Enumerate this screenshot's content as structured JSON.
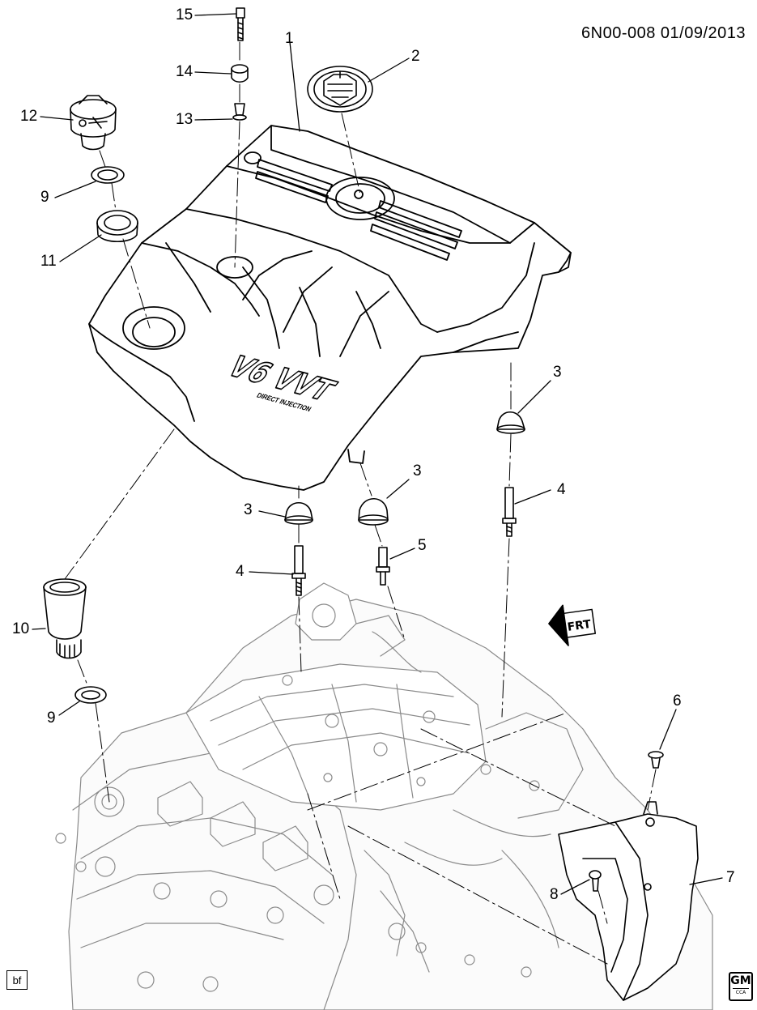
{
  "header": {
    "code": "6N00-008  01/09/2013"
  },
  "callouts": {
    "c1": "1",
    "c2": "2",
    "c3a": "3",
    "c3b": "3",
    "c3c": "3",
    "c4a": "4",
    "c4b": "4",
    "c5": "5",
    "c6": "6",
    "c7": "7",
    "c8": "8",
    "c9a": "9",
    "c9b": "9",
    "c10": "10",
    "c11": "11",
    "c12": "12",
    "c13": "13",
    "c14": "14",
    "c15": "15"
  },
  "cover_badge": {
    "main": "V6 VVT",
    "sub": "DIRECT INJECTION"
  },
  "forward_arrow": {
    "label": "FRT",
    "icon": "forward-direction-arrow-icon"
  },
  "corner_tag": "bf",
  "logo": {
    "main": "GM",
    "sub": "CCA"
  }
}
